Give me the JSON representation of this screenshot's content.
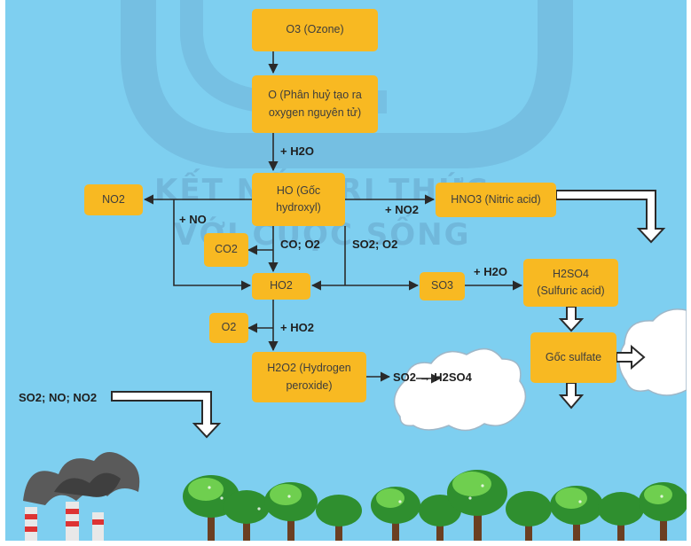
{
  "diagram": {
    "nodes": {
      "o3": "O3 (Ozone)",
      "o_atom": "O (Phân huỷ tạo ra\noxygen nguyên tử)",
      "ho": "HO (Gốc hydroxyl)",
      "no2": "NO2",
      "hno3": "HNO3 (Nitric acid)",
      "co2": "CO2",
      "ho2": "HO2",
      "so3": "SO3",
      "h2so4": "H2SO4\n(Sulfuric acid)",
      "o2": "O2",
      "h2o2": "H2O2 (Hydrogen\nperoxide)",
      "sulfate": "Gốc sulfate"
    },
    "labels": {
      "plus_h2o_1": "+ H2O",
      "plus_no": "+ NO",
      "plus_no2": "+ NO2",
      "co_o2": "CO; O2",
      "so2_o2": "SO2; O2",
      "plus_h2o_2": "+ H2O",
      "plus_ho2": "+ HO2",
      "so2_to_h2so4": "SO2 → H2SO4",
      "pollutants": "SO2; NO; NO2"
    },
    "watermark": {
      "line1": "KẾT NỐI TRI THỨC",
      "line2": "VỚI CUỘC SỐNG"
    }
  },
  "colors": {
    "sky": "#7ecff0",
    "box": "#f8b922",
    "tree_green": "#4caf3a",
    "smoke": "#555555"
  }
}
